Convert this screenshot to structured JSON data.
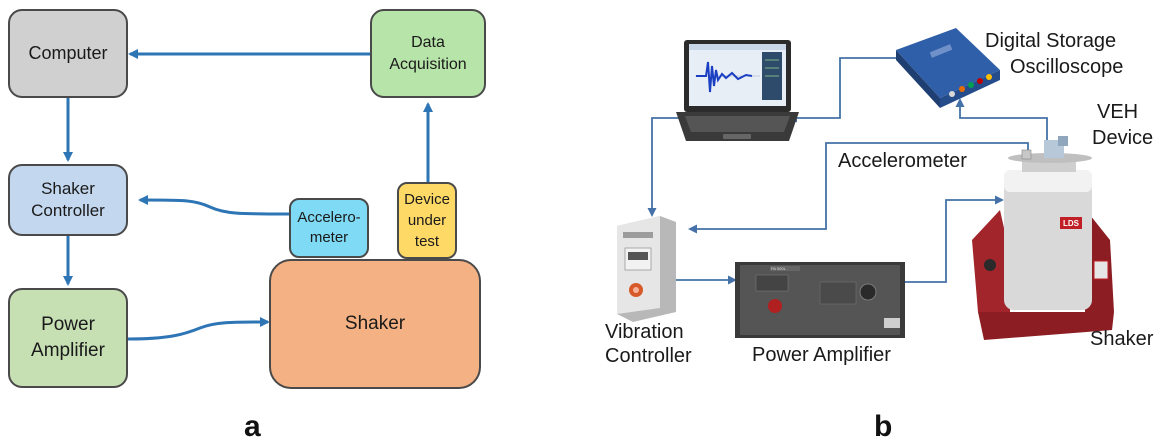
{
  "panel_a": {
    "letter": "a",
    "computer": "Computer",
    "data_acquisition_line1": "Data",
    "data_acquisition_line2": "Acquisition",
    "shaker_controller_line1": "Shaker",
    "shaker_controller_line2": "Controller",
    "power_amplifier_line1": "Power",
    "power_amplifier_line2": "Amplifier",
    "accelerometer_line1": "Accelero-",
    "accelerometer_line2": "meter",
    "device_line1": "Device",
    "device_line2": "under",
    "device_line3": "test",
    "shaker": "Shaker",
    "colors": {
      "computer": "#d0d0d0",
      "data_acquisition": "#b7e4a8",
      "shaker_controller": "#c3d7ee",
      "power_amplifier": "#c6e0b4",
      "accelerometer": "#7fdaf5",
      "device": "#ffd966",
      "shaker": "#f4b183",
      "arrow": "#2e75b6"
    }
  },
  "panel_b": {
    "letter": "b",
    "digital_storage_line1": "Digital Storage",
    "digital_storage_line2": "Oscilloscope",
    "veh_line1": "VEH",
    "veh_line2": "Device",
    "accelerometer": "Accelerometer",
    "vibration_line1": "Vibration",
    "vibration_line2": "Controller",
    "power_amplifier": "Power Amplifier",
    "shaker": "Shaker",
    "amp_small_label": "PA 500L",
    "brand_text": "LDS"
  }
}
